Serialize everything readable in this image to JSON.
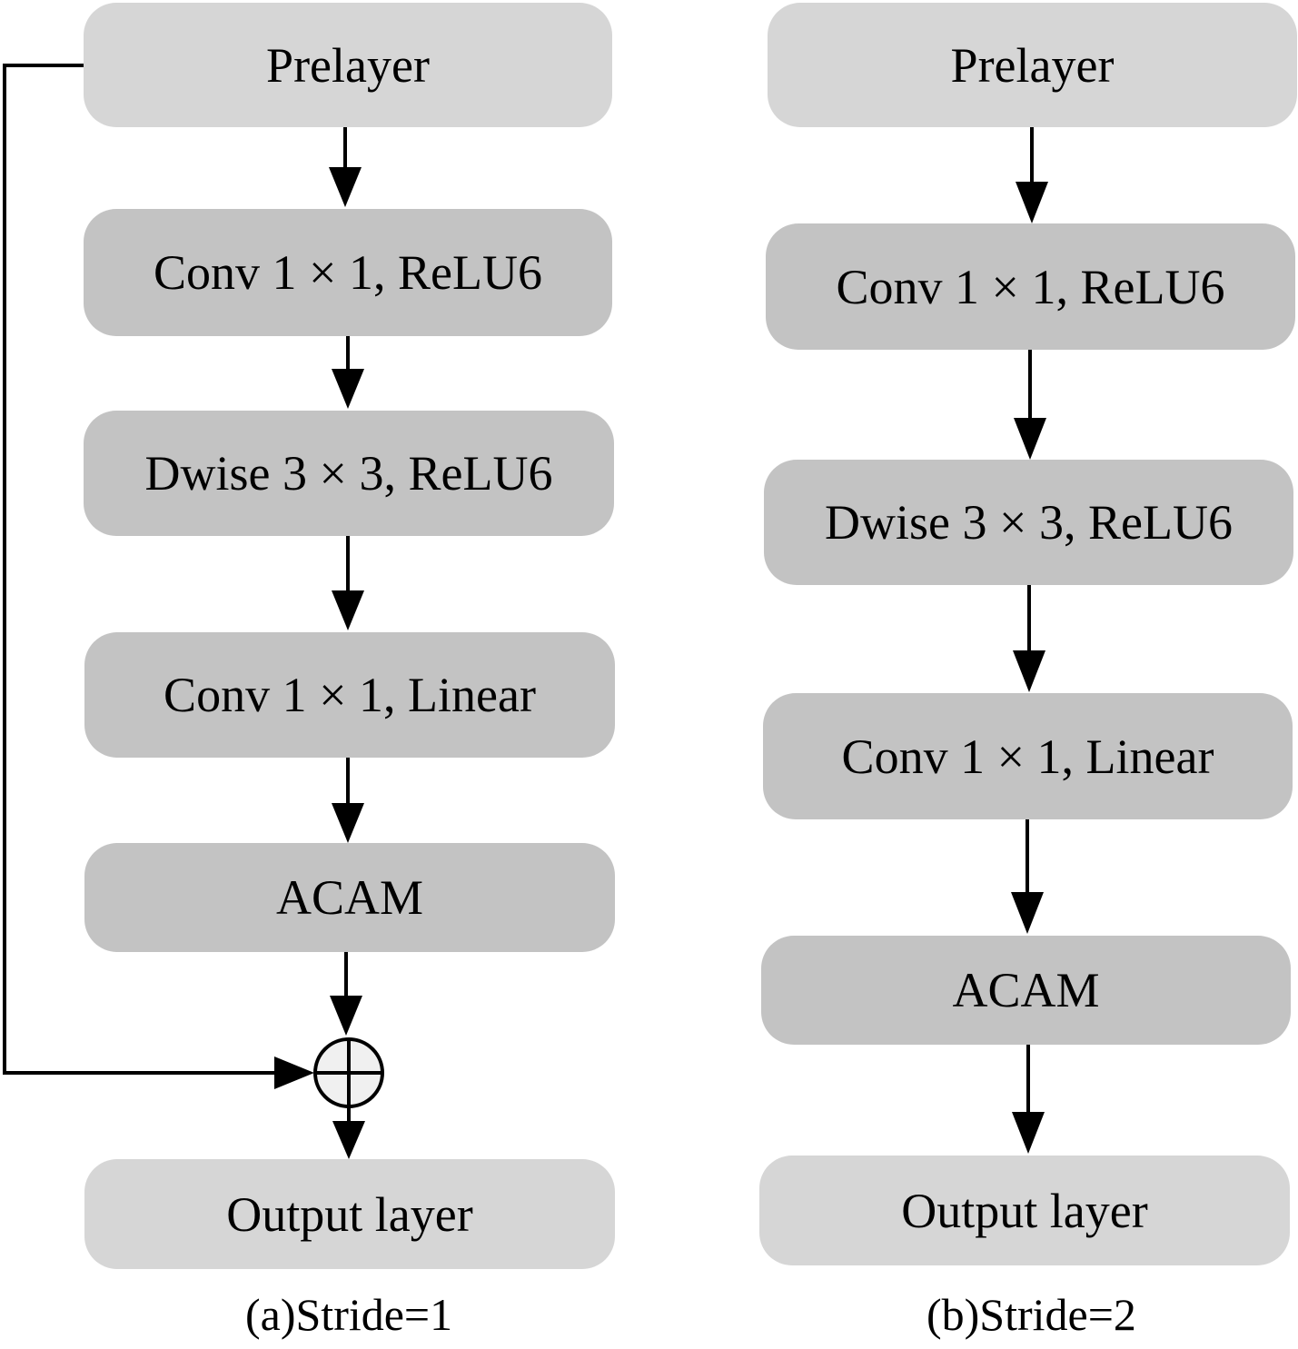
{
  "panel_a": {
    "blocks": {
      "prelayer": "Prelayer",
      "conv1": "Conv 1 × 1, ReLU6",
      "dwise": "Dwise 3 × 3, ReLU6",
      "conv2": "Conv 1 × 1, Linear",
      "acam": "ACAM",
      "output": "Output layer"
    },
    "caption": "(a)Stride=1"
  },
  "panel_b": {
    "blocks": {
      "prelayer": "Prelayer",
      "conv1": "Conv 1 × 1, ReLU6",
      "dwise": "Dwise 3 × 3, ReLU6",
      "conv2": "Conv 1 × 1, Linear",
      "acam": "ACAM",
      "output": "Output layer"
    },
    "caption": "(b)Stride=2"
  },
  "colors": {
    "block_light": "#d6d6d6",
    "block_mid": "#c3c3c3",
    "line": "#000000"
  }
}
